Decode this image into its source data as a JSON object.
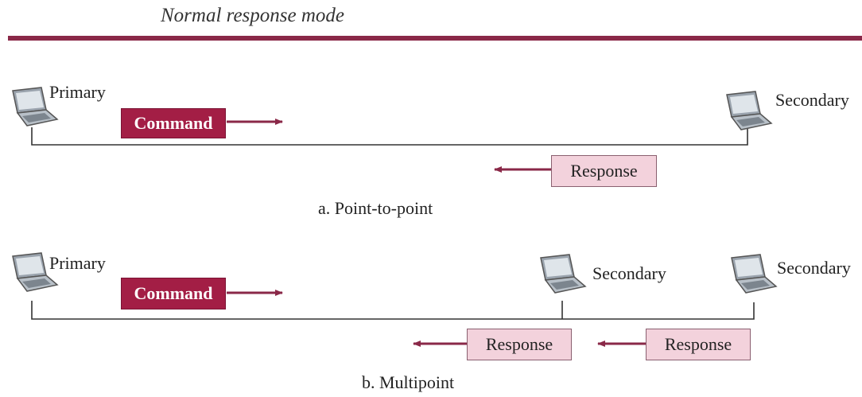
{
  "title": "Normal response mode",
  "point_to_point": {
    "primary_label": "Primary",
    "secondary_label": "Secondary",
    "command_label": "Command",
    "response_label": "Response",
    "caption": "a. Point-to-point"
  },
  "multipoint": {
    "primary_label": "Primary",
    "secondary_1_label": "Secondary",
    "secondary_2_label": "Secondary",
    "command_label": "Command",
    "response_1_label": "Response",
    "response_2_label": "Response",
    "caption": "b. Multipoint"
  },
  "colors": {
    "accent": "#8a2848",
    "command_fill": "#a31e45",
    "response_fill": "#f3d2dc"
  },
  "icons": [
    "laptop-icon"
  ]
}
